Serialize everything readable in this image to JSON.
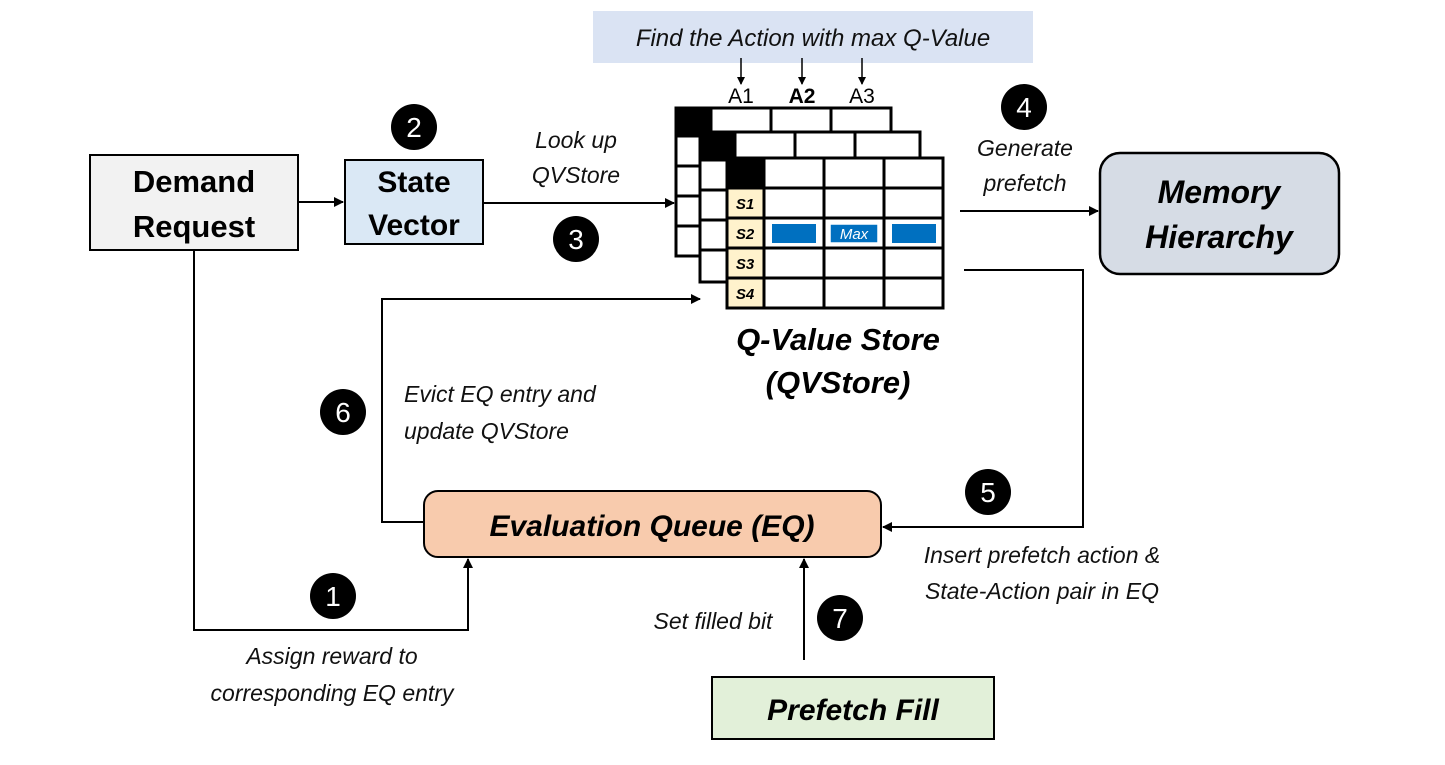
{
  "banner": {
    "text": "Find the Action with max Q-Value",
    "color": "#dae3f3"
  },
  "actions": [
    {
      "label": "A1",
      "bold": false
    },
    {
      "label": "A2",
      "bold": true
    },
    {
      "label": "A3",
      "bold": false
    }
  ],
  "states": [
    "S1",
    "S2",
    "S3",
    "S4"
  ],
  "max_label": "Max",
  "qvstore_title": [
    "Q-Value Store",
    "(QVStore)"
  ],
  "boxes": {
    "demand_request": {
      "lines": [
        "Demand",
        "Request"
      ],
      "fill": "#f2f2f2"
    },
    "state_vector": {
      "lines": [
        "State",
        "Vector"
      ],
      "fill": "#dae8f5"
    },
    "memory_hierarchy": {
      "lines": [
        "Memory",
        "Hierarchy"
      ],
      "fill": "#d6dce5"
    },
    "evaluation_queue": {
      "text": "Evaluation Queue (EQ)",
      "fill": "#f8cbad"
    },
    "prefetch_fill": {
      "text": "Prefetch Fill",
      "fill": "#e2f0d9"
    }
  },
  "steps": [
    {
      "num": "1",
      "lines": [
        "Assign reward to",
        "corresponding EQ entry"
      ]
    },
    {
      "num": "2",
      "lines": []
    },
    {
      "num": "3",
      "lines": [
        "Look up",
        "QVStore"
      ]
    },
    {
      "num": "4",
      "lines": [
        "Generate",
        "prefetch"
      ]
    },
    {
      "num": "5",
      "lines": [
        "Insert prefetch action &",
        "State-Action pair in EQ"
      ]
    },
    {
      "num": "6",
      "lines": [
        "Evict EQ entry and",
        "update QVStore"
      ]
    },
    {
      "num": "7",
      "lines": [
        "Set filled bit"
      ]
    }
  ],
  "colors": {
    "state_cell": "#fff2cc",
    "max_cell": "#0070c0",
    "badge": "#000000"
  }
}
